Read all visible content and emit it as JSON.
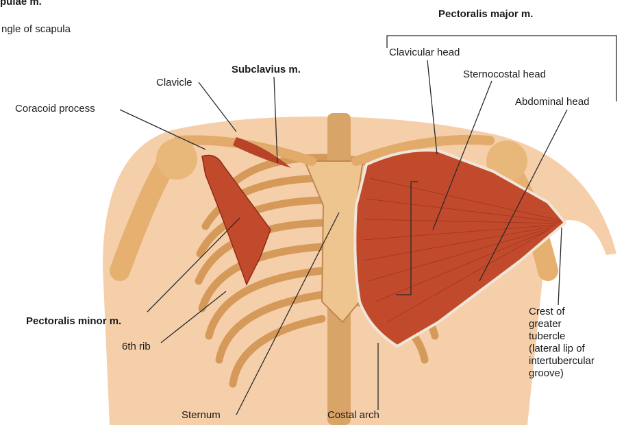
{
  "colors": {
    "bone": "#e8b77a",
    "bone_dark": "#b9834a",
    "skin": "#f3c79b",
    "muscle": "#c0492c",
    "muscle_dark": "#8e2a17",
    "tendon": "#f4f1ea",
    "line": "#2a2a2a"
  },
  "labels": {
    "top_cut": "pulae m.",
    "angle_scapula": "ngle of scapula",
    "pectoralis_major": "Pectoralis major m.",
    "clavicular_head": "Clavicular head",
    "sternocostal_head": "Sternocostal head",
    "abdominal_head": "Abdominal head",
    "clavicle": "Clavicle",
    "subclavius": "Subclavius m.",
    "coracoid": "Coracoid process",
    "pectoralis_minor": "Pectoralis minor m.",
    "sixth_rib": "6th rib",
    "sternum": "Sternum",
    "costal_arch": "Costal arch",
    "crest": "Crest of\ngreater\ntubercle\n(lateral lip of\nintertubercular\ngroove)"
  }
}
